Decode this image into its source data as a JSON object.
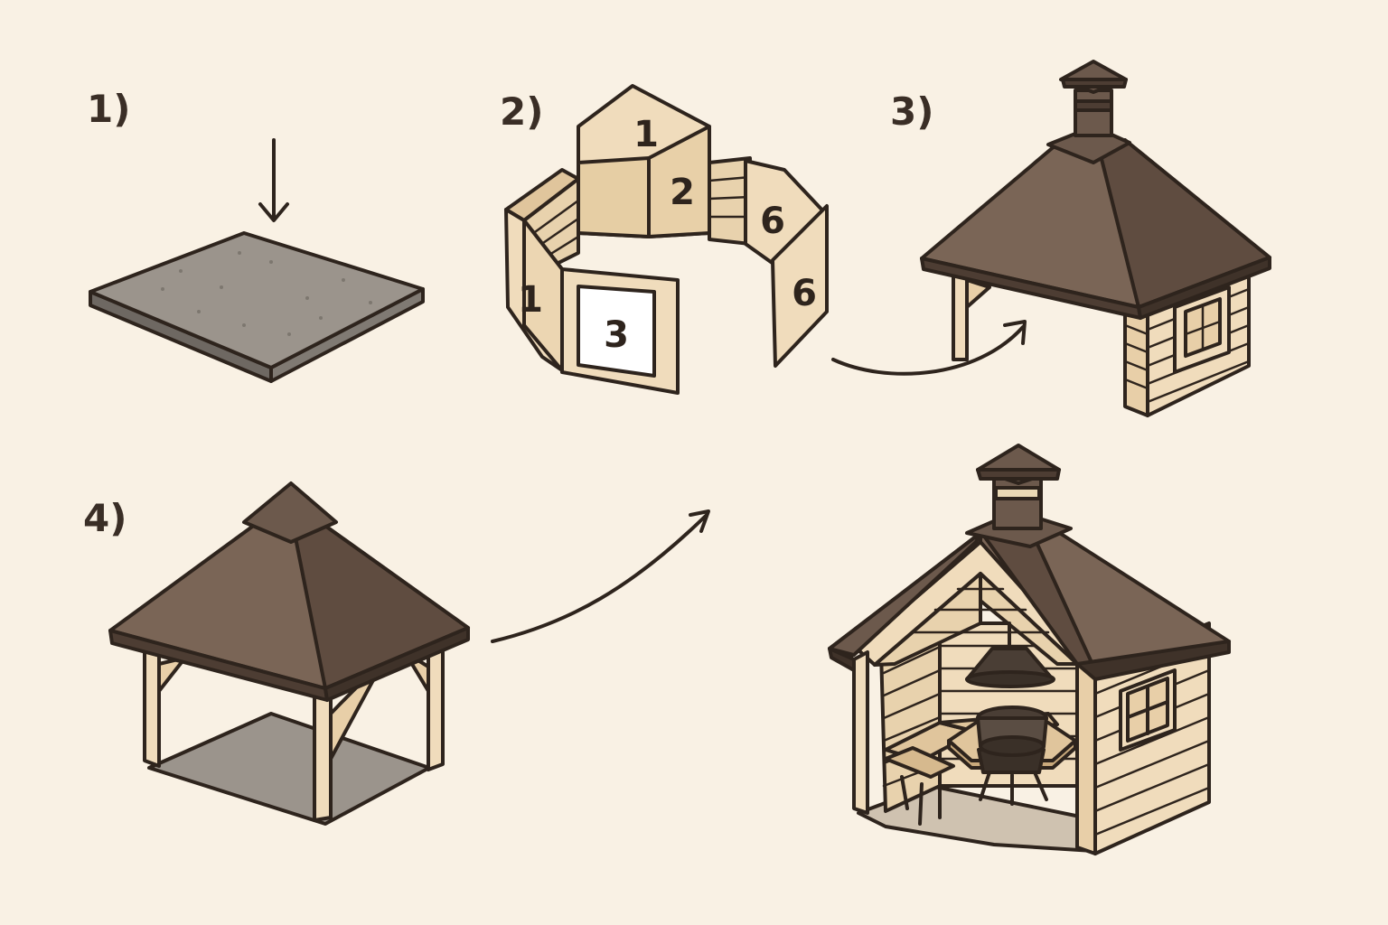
{
  "steps": [
    {
      "id": "step-1",
      "label": "1)"
    },
    {
      "id": "step-2",
      "label": "2)"
    },
    {
      "id": "step-3",
      "label": "3)"
    },
    {
      "id": "step-4",
      "label": "4)"
    }
  ],
  "wall_panels": [
    "1",
    "2",
    "6",
    "1",
    "3",
    "6"
  ],
  "colors": {
    "background": "#f9f1e4",
    "outline": "#2e241d",
    "roof": "#7a6556",
    "roof_dark": "#5f4c40",
    "wood": "#f0dcbc",
    "wood_shade": "#e0c59c",
    "concrete": "#9b948c",
    "concrete_side": "#6e6862"
  }
}
